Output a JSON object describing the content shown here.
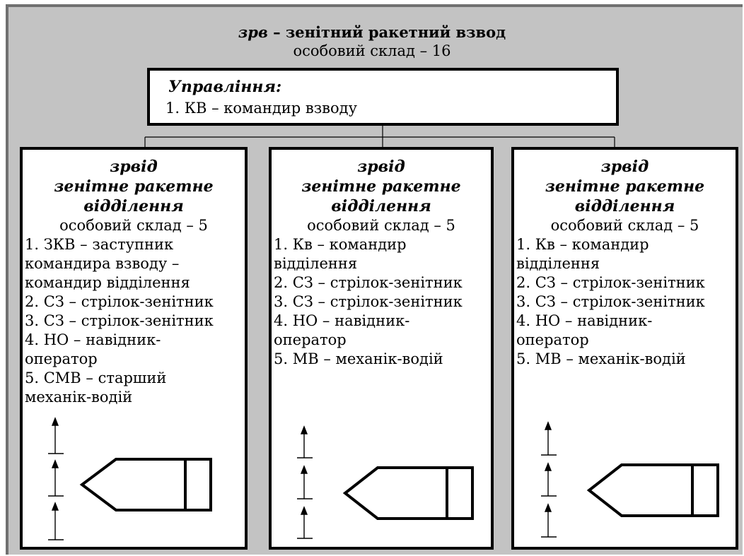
{
  "header": {
    "abbr": "зрв",
    "title_rest": " – зенітний ракетний взвод",
    "staff": "особовий склад – 16"
  },
  "management": {
    "title": "Управління:",
    "items": [
      "1. КВ – командир взводу"
    ]
  },
  "squads": [
    {
      "abbr": "зрвід",
      "name_line1": "зенітне ракетне",
      "name_line2": "відділення",
      "staff": "особовий склад – 5",
      "items": [
        "1. ЗКВ – заступник",
        "командира взводу –",
        "командир відділення",
        "2. СЗ – стрілок-зенітник",
        "3. СЗ – стрілок-зенітник",
        "4. НО – навідник-",
        "оператор",
        "5. СМВ – старший",
        "механік-водій"
      ]
    },
    {
      "abbr": "зрвід",
      "name_line1": "зенітне ракетне",
      "name_line2": "відділення",
      "staff": "особовий склад – 5",
      "items": [
        "1. Кв – командир",
        "відділення",
        "2. СЗ – стрілок-зенітник",
        "3. СЗ – стрілок-зенітник",
        "4. НО – навідник-",
        "оператор",
        "5. МВ – механік-водій"
      ]
    },
    {
      "abbr": "зрвід",
      "name_line1": "зенітне ракетне",
      "name_line2": "відділення",
      "staff": "особовий склад – 5",
      "items": [
        "1. Кв – командир",
        "відділення",
        "2. СЗ – стрілок-зенітник",
        "3. СЗ – стрілок-зенітник",
        "4. НО – навідник-",
        "оператор",
        "5. МВ – механік-водій"
      ]
    }
  ]
}
